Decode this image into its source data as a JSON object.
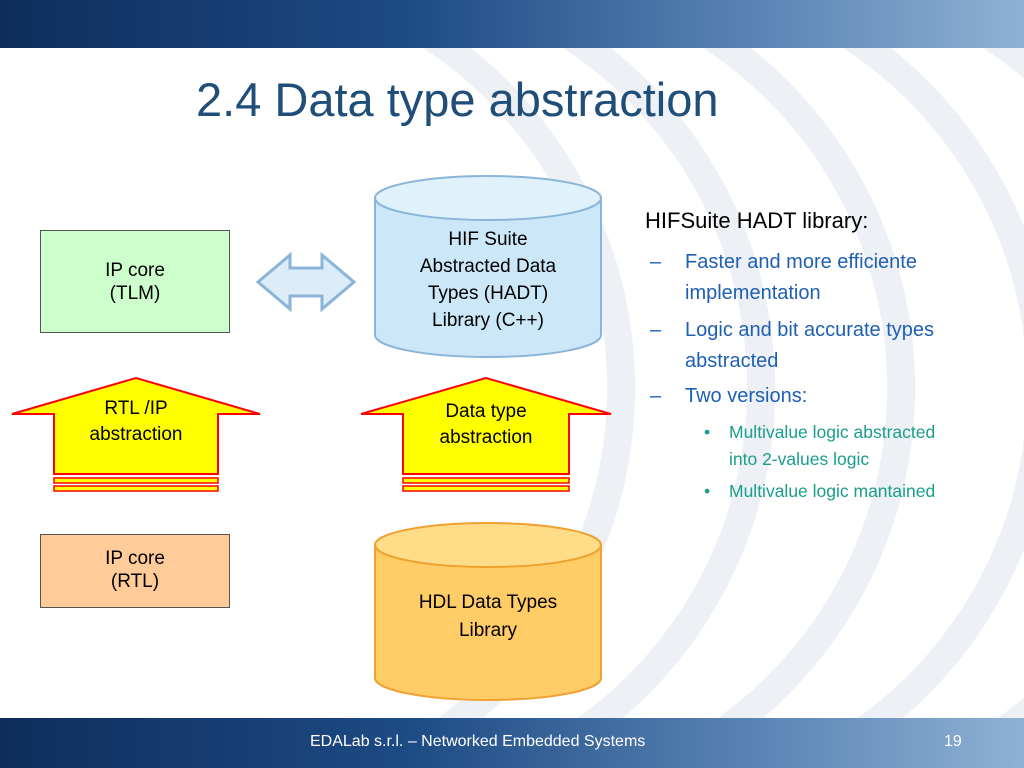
{
  "title": "2.4 Data type abstraction",
  "ip_core_tlm": [
    "IP core",
    "(TLM)"
  ],
  "ip_core_rtl": [
    "IP core",
    "(RTL)"
  ],
  "hif_cylinder": [
    "HIF Suite",
    "Abstracted Data",
    "Types (HADT)",
    "Library (C++)"
  ],
  "hdl_cylinder": [
    "HDL Data Types",
    "Library"
  ],
  "rtl_arrow": [
    "RTL /IP",
    "abstraction"
  ],
  "data_arrow": [
    "Data type",
    "abstraction"
  ],
  "right_panel": {
    "heading": "HIFSuite HADT library:",
    "items": [
      {
        "dash": "–",
        "lines": [
          "Faster and more efficiente",
          "implementation"
        ]
      },
      {
        "dash": "–",
        "lines": [
          "Logic and bit accurate types",
          "abstracted"
        ]
      },
      {
        "dash": "–",
        "lines": [
          "Two versions:"
        ]
      }
    ],
    "subitems": [
      {
        "bullet": "•",
        "lines": [
          "Multivalue logic abstracted",
          "into 2-values logic"
        ]
      },
      {
        "bullet": "•",
        "lines": [
          "Multivalue logic mantained"
        ]
      }
    ]
  },
  "footer": {
    "text": "EDALab s.r.l. – Networked Embedded Systems",
    "page": "19"
  },
  "colors": {
    "tlm_fill": "#ccffcc",
    "rtl_fill": "#ffcc99",
    "hif_fill": "#cce8f8",
    "hdl_fill": "#ffcc66",
    "arrow_fill": "#ffff00",
    "arrow_stroke": "#ff0000",
    "list_blue": "#1e5fb4",
    "list_teal": "#1a9d8b",
    "title": "#1f4e79"
  }
}
